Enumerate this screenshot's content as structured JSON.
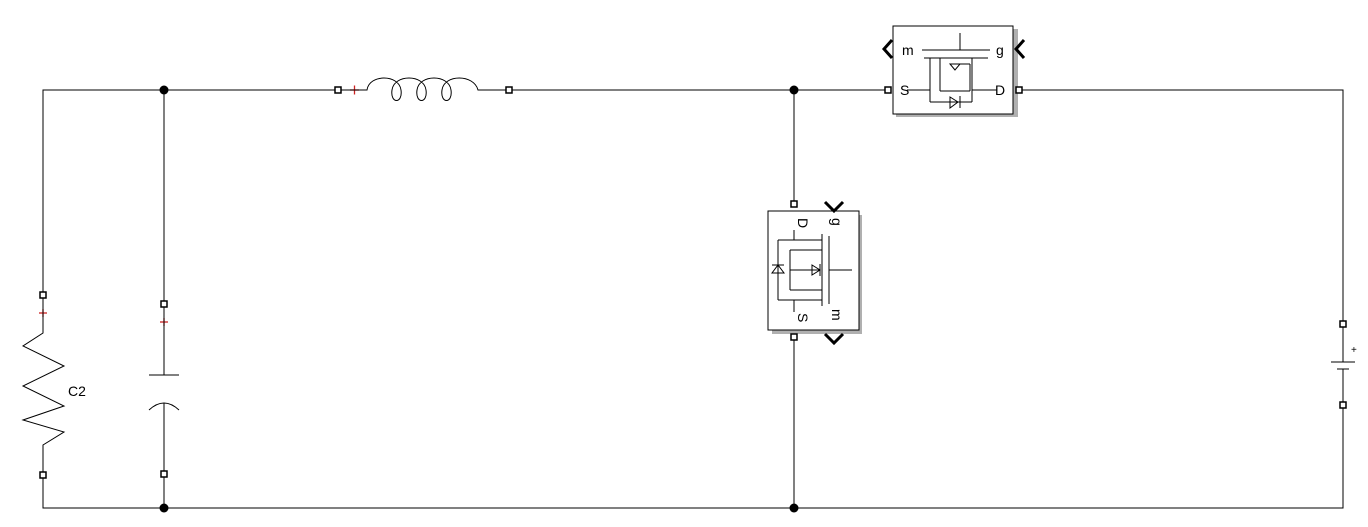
{
  "resistor": {
    "label": "C2"
  },
  "mosfet_top": {
    "labels": {
      "m": "m",
      "g": "g",
      "s": "S",
      "d": "D"
    }
  },
  "mosfet_mid": {
    "labels": {
      "d": "D",
      "g": "g",
      "s": "S",
      "m": "m"
    }
  },
  "battery": {
    "polarity": "+"
  },
  "colors": {
    "wire": "#000000",
    "positive_marker": "#cc2222",
    "block_shadow": "#b0b0b0"
  }
}
